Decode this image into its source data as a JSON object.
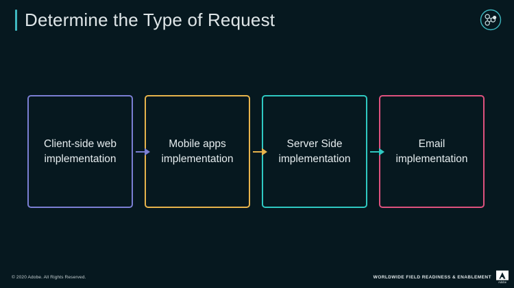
{
  "slide": {
    "background_color": "#06181f",
    "title": "Determine the Type of Request",
    "title_accent_color": "#3fb8c0",
    "brand_mark_icon": "molecule-circle-icon",
    "brand_mark_color": "#3fb8c0"
  },
  "flow": {
    "boxes": [
      {
        "label": "Client-side web implementation",
        "border_color": "#7b7fd4"
      },
      {
        "label": "Mobile apps implementation",
        "border_color": "#e8b44c"
      },
      {
        "label": "Server Side implementation",
        "border_color": "#2fc9c2"
      },
      {
        "label": "Email implementation",
        "border_color": "#e0527f"
      }
    ],
    "arrows": [
      {
        "icon": "arrow-right-icon",
        "color": "#7b7fd4"
      },
      {
        "icon": "arrow-right-icon",
        "color": "#e8b44c"
      },
      {
        "icon": "arrow-right-icon",
        "color": "#2fc9c2"
      }
    ]
  },
  "footer": {
    "copyright": "© 2020 Adobe. All Rights Reserved.",
    "org": "WORLDWIDE FIELD READINESS & ENABLEMENT",
    "logo_icon": "adobe-logo-icon"
  }
}
